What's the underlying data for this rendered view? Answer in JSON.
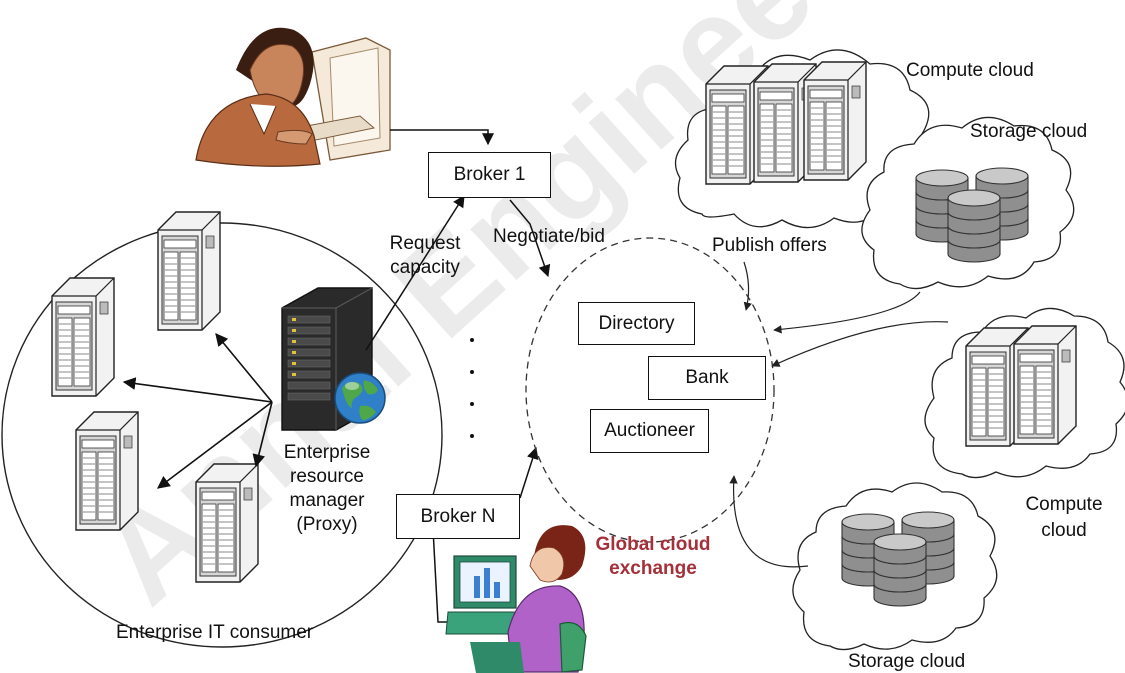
{
  "consumer_region": {
    "label": "Enterprise IT consumer",
    "erm_label_lines": [
      "Enterprise",
      "resource",
      "manager",
      "(Proxy)"
    ]
  },
  "brokers": {
    "first": "Broker 1",
    "last": "Broker N",
    "ellipsis": "·"
  },
  "annotations": {
    "request_capacity_lines": [
      "Request",
      "capacity"
    ],
    "negotiate": "Negotiate/bid",
    "publish": "Publish offers"
  },
  "exchange": {
    "title_lines": [
      "Global cloud",
      "exchange"
    ],
    "directory": "Directory",
    "bank": "Bank",
    "auctioneer": "Auctioneer"
  },
  "clouds": {
    "compute_top": "Compute cloud",
    "storage_top": "Storage cloud",
    "compute_right_lines": [
      "Compute",
      "cloud"
    ],
    "storage_bottom": "Storage cloud"
  },
  "watermark": {
    "text": "Annai Engineering",
    "color": "#c8c8c8"
  },
  "colors": {
    "exchange_title": "#a5303a",
    "line": "#111111",
    "server_body": "#e6e6e6",
    "storage_disk": "#9a9a9a"
  }
}
